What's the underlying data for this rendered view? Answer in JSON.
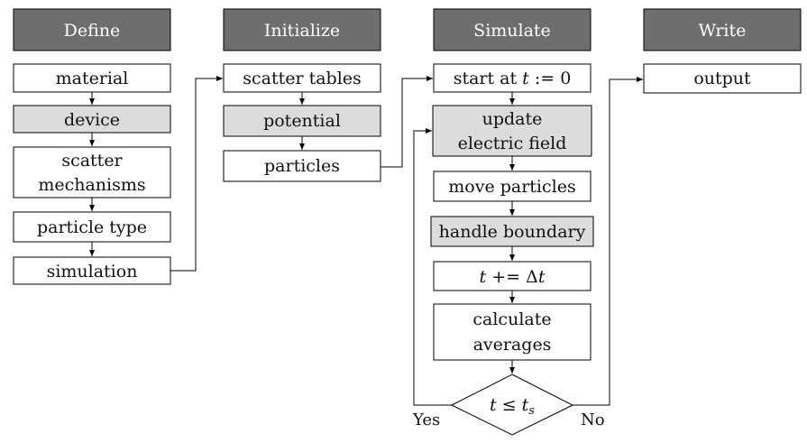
{
  "headers": {
    "define": "Define",
    "initialize": "Initialize",
    "simulate": "Simulate",
    "write": "Write"
  },
  "define": {
    "material": "material",
    "device": "device",
    "scatter_l1": "scatter",
    "scatter_l2": "mechanisms",
    "particle_type": "particle type",
    "simulation": "simulation"
  },
  "initialize": {
    "scatter_tables": "scatter tables",
    "potential": "potential",
    "particles": "particles"
  },
  "simulate": {
    "start_prefix": "start at ",
    "start_t": "t",
    "start_suffix": " := 0",
    "update_l1": "update",
    "update_l2": "electric field",
    "move_particles": "move particles",
    "handle_boundary": "handle boundary",
    "step_t": "t",
    "step_op": " += Δ",
    "step_t2": "t",
    "calc_l1": "calculate",
    "calc_l2": "averages",
    "cond_t": "t",
    "cond_op": " ≤ ",
    "cond_ts": "t",
    "cond_sub": "s"
  },
  "write": {
    "output": "output"
  },
  "labels": {
    "yes": "Yes",
    "no": "No"
  },
  "colors": {
    "header_fill": "#6e6e6e",
    "shaded_fill": "#dcdcdc",
    "plain_fill": "#ffffff"
  }
}
